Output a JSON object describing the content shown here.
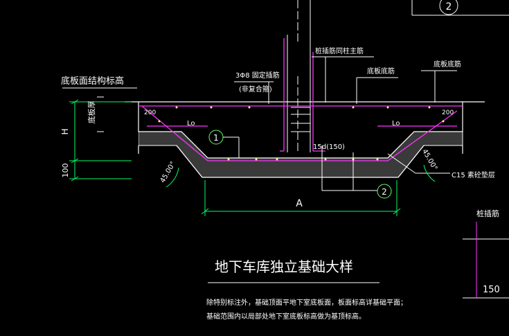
{
  "drawing": {
    "labels": {
      "slab_elevation": "底板面结构标高",
      "slab_thickness": "底板厚",
      "height_H": "H",
      "cushion_100": "100",
      "pile_rebar_main": "桩插筋同柱主筋",
      "tie_rebar": "3Φ8 固定插筋",
      "tie_rebar_note": "(非复合箍)",
      "bottom_rebar": "底板底筋",
      "bottom_top_rebar": "底板底筋",
      "cover_left": "200",
      "cover_right": "200",
      "lo_left": "Lo",
      "lo_right": "Lo",
      "slope_left": "45.00°",
      "slope_right": "45.00°",
      "anchor": "15d(150)",
      "cushion": "C15 素砼垫层",
      "dim_A": "A",
      "marker_1": "1",
      "marker_2": "2",
      "marker_top": "2",
      "pile_rebar": "桩插筋",
      "pile_150": "150"
    },
    "title": "地下车库独立基础大样",
    "notes": [
      "除特别标注外，基础顶面平地下室底板面，板面标高详基础平面；",
      "基础范围内以局部处地下室底板标高做为基顶标高。"
    ]
  },
  "colors": {
    "background": "#000000",
    "line_white": "#ffffff",
    "rebar": "#ff33ff",
    "dim": "#00ff66",
    "cushion_fill": "#666666",
    "marker": "#66ff66"
  }
}
